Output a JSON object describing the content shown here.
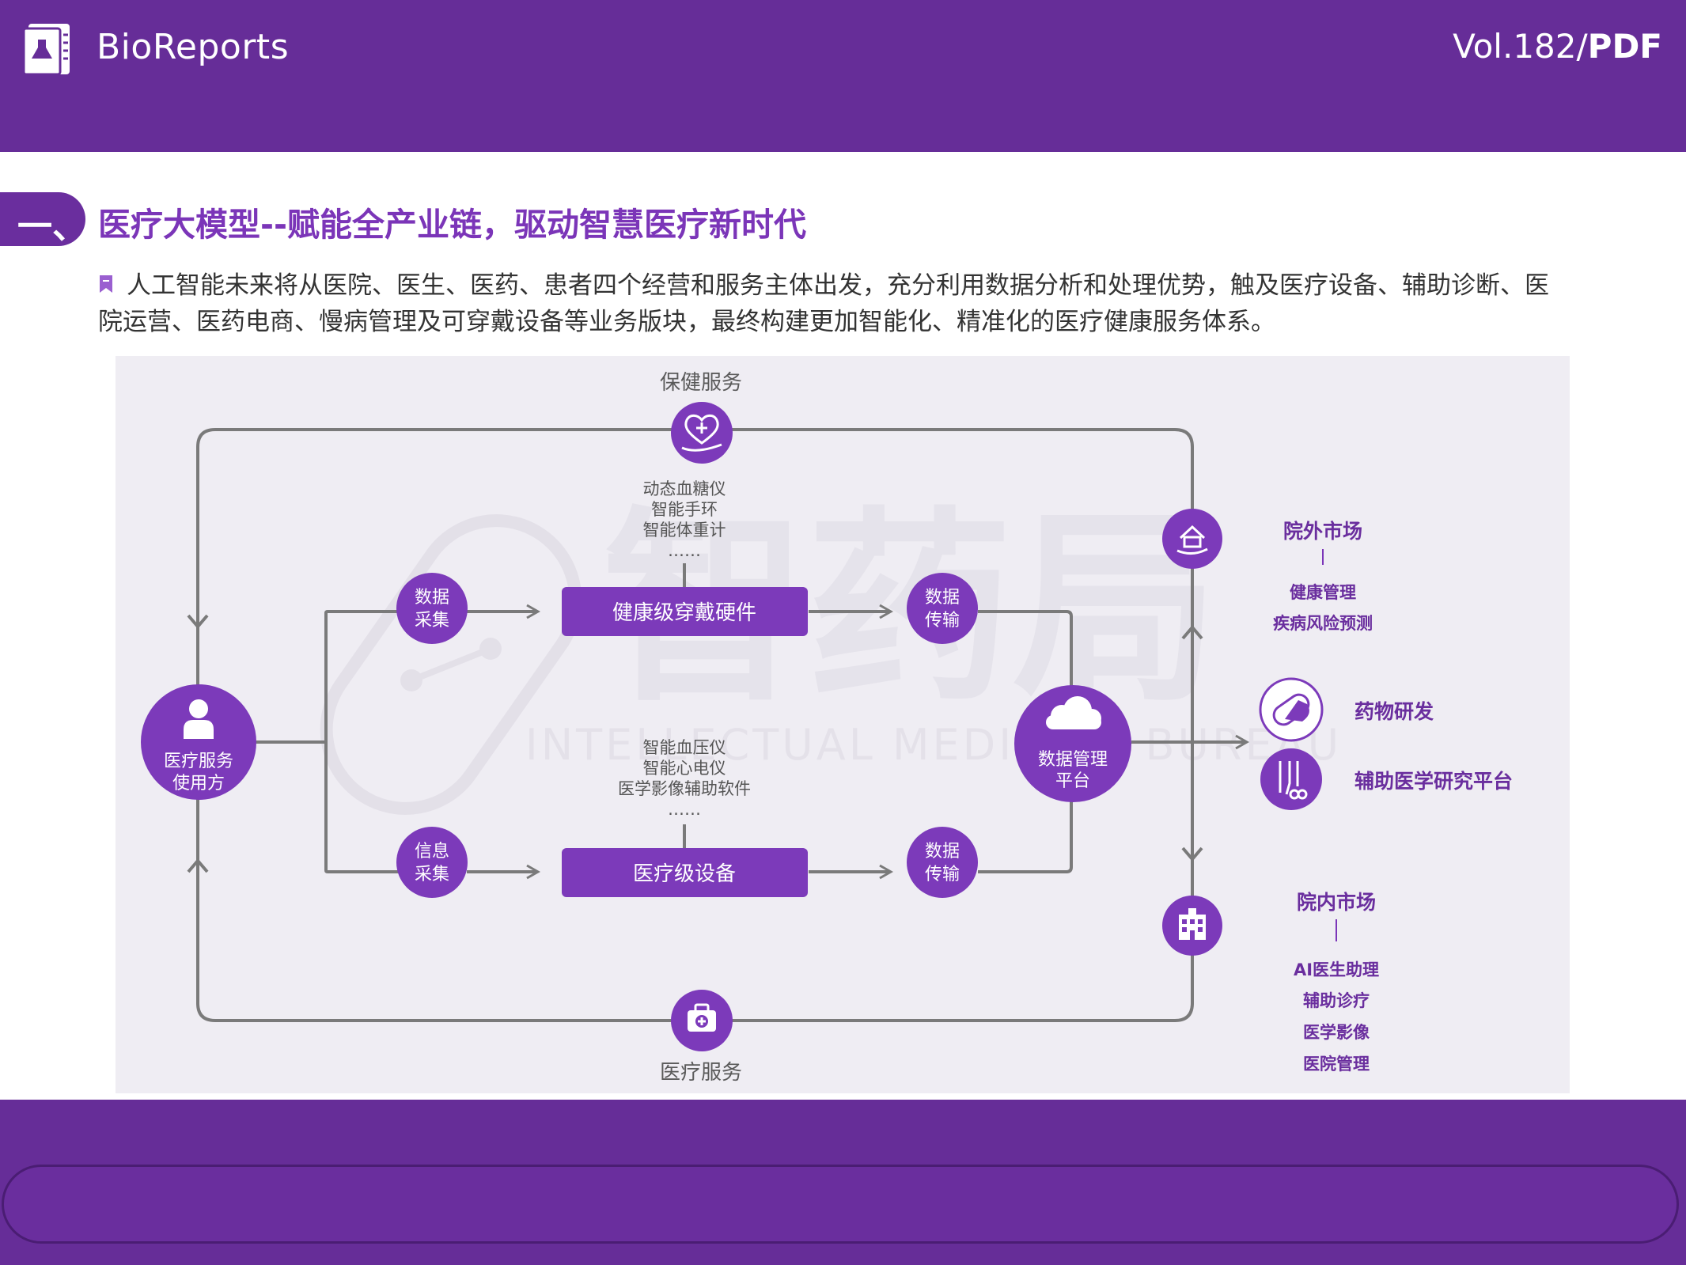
{
  "header": {
    "brand": "BioReports",
    "vol_prefix": "Vol.182/",
    "vol_suffix": "PDF"
  },
  "section": {
    "number": "一、",
    "title": "医疗大模型--赋能全产业链，驱动智慧医疗新时代"
  },
  "intro": "人工智能未来将从医院、医生、医药、患者四个经营和服务主体出发，充分利用数据分析和处理优势，触及医疗设备、辅助诊断、医院运营、医药电商、慢病管理及可穿戴设备等业务版块，最终构建更加智能化、精准化的医疗健康服务体系。",
  "diagram": {
    "watermark_cn": "智药局",
    "watermark_en": "INTELLECTUAL MEDICINE BUREAU",
    "top_service": "保健服务",
    "bottom_service": "医疗服务",
    "user_line1": "医疗服务",
    "user_line2": "使用方",
    "collect_top_1": "数据",
    "collect_top_2": "采集",
    "collect_bot_1": "信息",
    "collect_bot_2": "采集",
    "transfer_top_1": "数据",
    "transfer_top_2": "传输",
    "transfer_bot_1": "数据",
    "transfer_bot_2": "传输",
    "wearable_box": "健康级穿戴硬件",
    "medical_box": "医疗级设备",
    "wearable_examples": [
      "动态血糖仪",
      "智能手环",
      "智能体重计",
      "……"
    ],
    "medical_examples": [
      "智能血压仪",
      "智能心电仪",
      "医学影像辅助软件",
      "……"
    ],
    "platform_line1": "数据管理",
    "platform_line2": "平台",
    "outside_market": "院外市场",
    "outside_items": [
      "健康管理",
      "疾病风险预测"
    ],
    "drug_rd": "药物研发",
    "research_platform": "辅助医学研究平台",
    "inside_market": "院内市场",
    "inside_items": [
      "AI医生助理",
      "辅助诊疗",
      "医学影像",
      "医院管理"
    ]
  },
  "colors": {
    "purple_dark": "#662d98",
    "purple_mid": "#7b35b8",
    "purple_node": "#7c3aba",
    "line_gray": "#7a7a7a",
    "panel_bg": "#efedf3"
  }
}
